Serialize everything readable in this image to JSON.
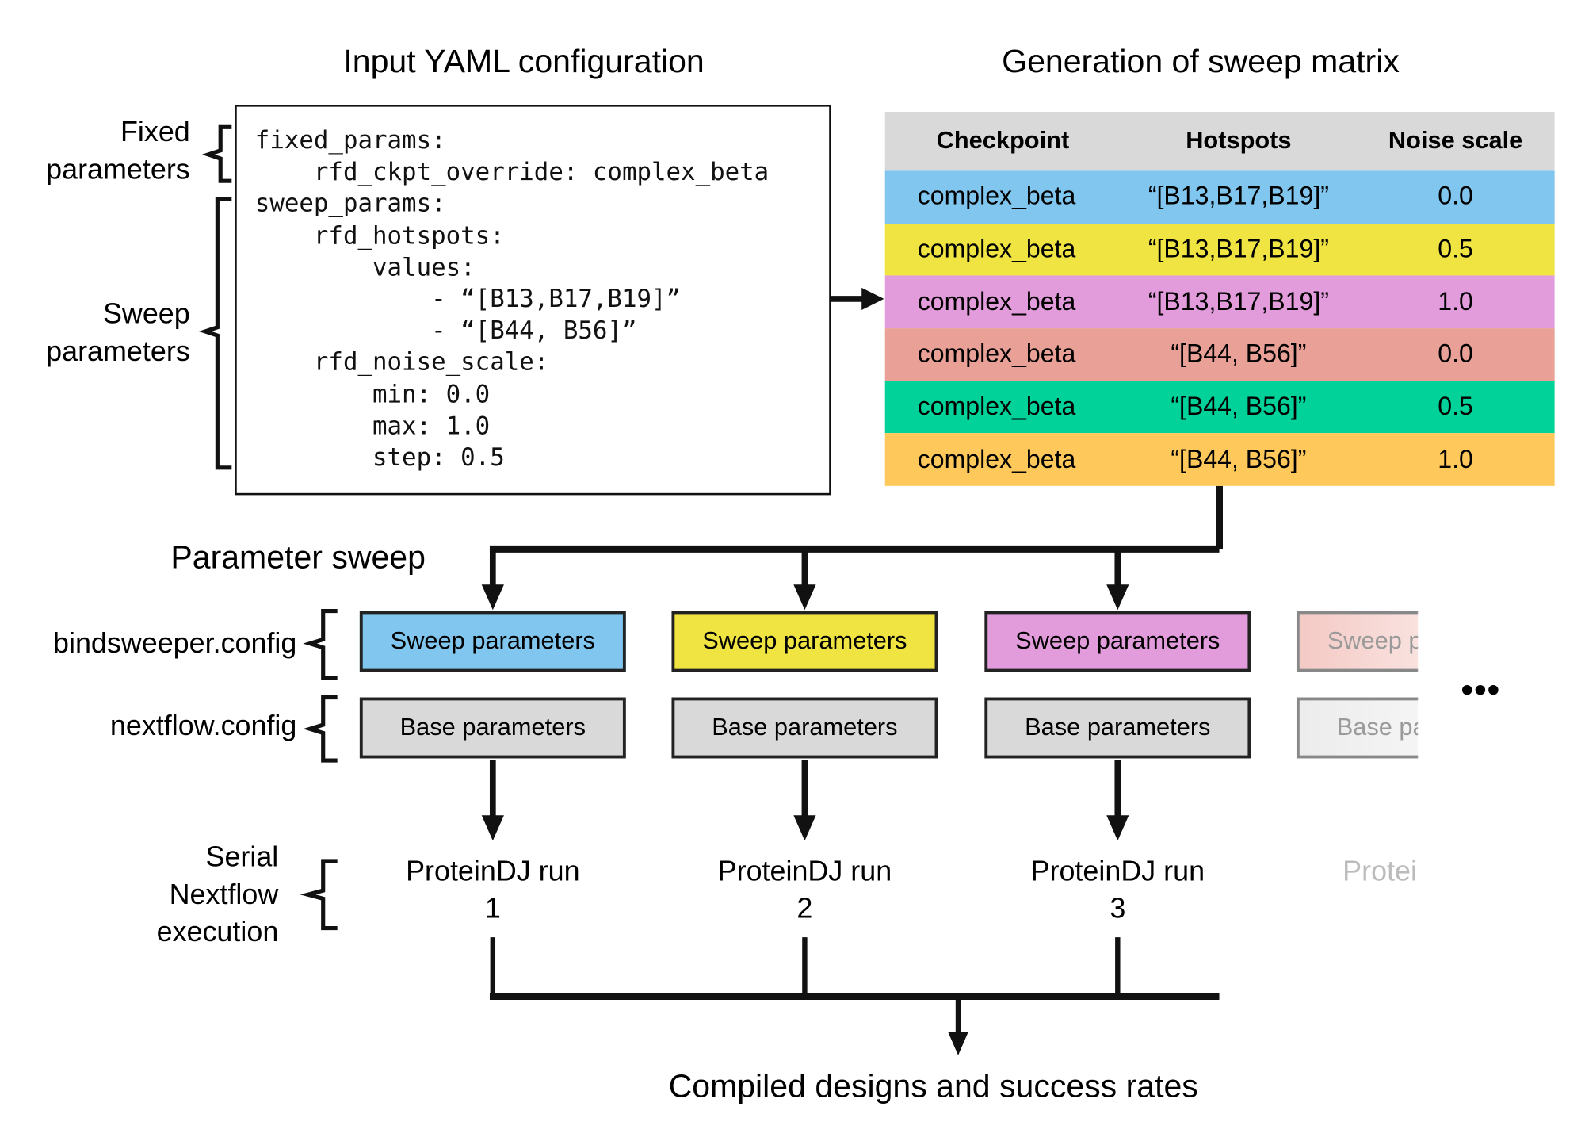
{
  "titles": {
    "yaml": "Input YAML configuration",
    "matrix": "Generation of sweep matrix",
    "sweep": "Parameter sweep",
    "output": "Compiled designs and success rates"
  },
  "side_labels": {
    "fixed": [
      "Fixed",
      "parameters"
    ],
    "sweep": [
      "Sweep",
      "parameters"
    ],
    "bindsweeper": "bindsweeper.config",
    "nextflow": "nextflow.config",
    "serial": [
      "Serial",
      "Nextflow",
      "execution"
    ]
  },
  "yaml_lines": [
    "fixed_params:",
    "    rfd_ckpt_override: complex_beta",
    "sweep_params:",
    "    rfd_hotspots:",
    "        values:",
    "            - “[B13,B17,B19]”",
    "            - “[B44, B56]”",
    "    rfd_noise_scale:",
    "        min: 0.0",
    "        max: 1.0",
    "        step: 0.5"
  ],
  "table": {
    "headers": [
      "Checkpoint",
      "Hotspots",
      "Noise scale"
    ],
    "rows": [
      {
        "checkpoint": "complex_beta",
        "hotspots": "“[B13,B17,B19]”",
        "noise": "0.0",
        "color": "#80c6ee"
      },
      {
        "checkpoint": "complex_beta",
        "hotspots": "“[B13,B17,B19]”",
        "noise": "0.5",
        "color": "#f0e442"
      },
      {
        "checkpoint": "complex_beta",
        "hotspots": "“[B13,B17,B19]”",
        "noise": "1.0",
        "color": "#e29cdc"
      },
      {
        "checkpoint": "complex_beta",
        "hotspots": "“[B44, B56]”",
        "noise": "0.0",
        "color": "#e9a097"
      },
      {
        "checkpoint": "complex_beta",
        "hotspots": "“[B44, B56]”",
        "noise": "0.5",
        "color": "#00d29a"
      },
      {
        "checkpoint": "complex_beta",
        "hotspots": "“[B44, B56]”",
        "noise": "1.0",
        "color": "#ffc85a"
      }
    ]
  },
  "runs": [
    {
      "sweep_label": "Sweep parameters",
      "base_label": "Base parameters",
      "run_label": "ProteinDJ run",
      "run_number": "1",
      "color": "#80c6ee"
    },
    {
      "sweep_label": "Sweep parameters",
      "base_label": "Base parameters",
      "run_label": "ProteinDJ run",
      "run_number": "2",
      "color": "#f0e442"
    },
    {
      "sweep_label": "Sweep parameters",
      "base_label": "Base parameters",
      "run_label": "ProteinDJ run",
      "run_number": "3",
      "color": "#e29cdc"
    },
    {
      "sweep_label": "Sweep parameters",
      "base_label": "Base parameters",
      "run_label": "ProteinDJ run",
      "run_number": "",
      "color": "#f4c9c4",
      "faded": true
    }
  ],
  "ellipsis": "•••"
}
